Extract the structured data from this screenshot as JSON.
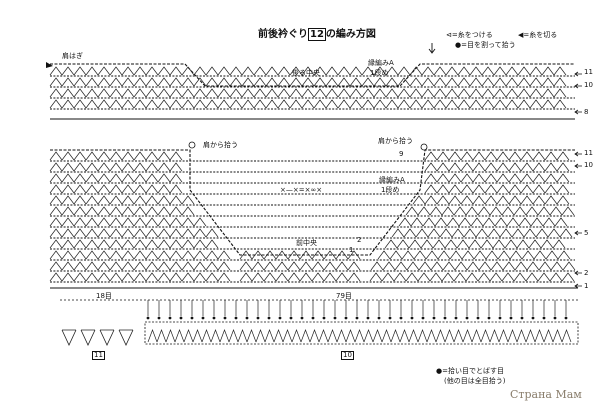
{
  "title": "前後衿ぐり",
  "title_num": "12",
  "title_suffix": "の編み方図",
  "legend": {
    "join": "=糸をつける",
    "cut": "=糸を切る",
    "split": "=目を割って拾う"
  },
  "top_panel": {
    "shoulder_seam": "肩はぎ",
    "back_center": "後ろ中央",
    "pattern_a": "縁編みA",
    "row1": "1段め",
    "rows": [
      "11",
      "10",
      "8"
    ]
  },
  "bottom_panel": {
    "pick_from_shoulder_left": "肩から拾う",
    "pick_from_shoulder_right": "肩から拾う",
    "nine": "9",
    "pattern_a": "縁編みA",
    "row1": "1段め",
    "repeat": "×—×=×∞×",
    "front_center": "前中央",
    "two": "2",
    "one": "1",
    "rows": [
      "11",
      "10",
      "5",
      "2",
      "1"
    ],
    "count_left": "18目",
    "count_right": "79目"
  },
  "section_labels": [
    "11",
    "10"
  ],
  "note_line1": "=拾い目でとばす目",
  "note_line2": "(他の目は全目拾う)",
  "watermark": "Страна Мам"
}
